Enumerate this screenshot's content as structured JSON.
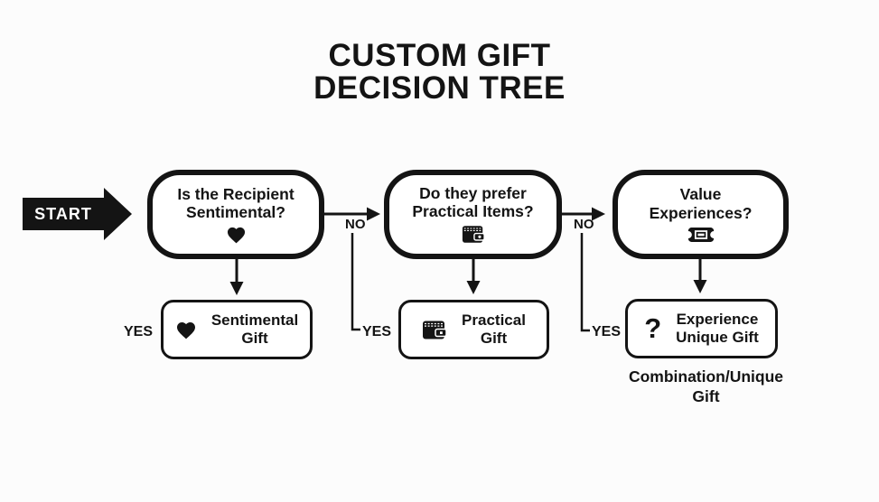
{
  "title": {
    "line1": "CUSTOM GIFT",
    "line2": "DECISION TREE"
  },
  "start": {
    "label": "START"
  },
  "questions": [
    {
      "lines": [
        "Is the Recipient",
        "Sentimental?"
      ],
      "icon": "heart"
    },
    {
      "lines": [
        "Do they prefer",
        "Practical Items?"
      ],
      "icon": "wallet"
    },
    {
      "lines": [
        "Value",
        "Experiences?"
      ],
      "icon": "ticket"
    }
  ],
  "results": [
    {
      "lines": [
        "Sentimental",
        "Gift"
      ],
      "icon": "heart"
    },
    {
      "lines": [
        "Practical",
        "Gift"
      ],
      "icon": "wallet"
    },
    {
      "lines": [
        "Experience",
        "Unique Gift"
      ],
      "icon": "question-mark",
      "glyph": "?"
    }
  ],
  "labels": {
    "no1": "NO",
    "no2": "NO",
    "yes1": "YES",
    "yes2": "YES",
    "yes3": "YES"
  },
  "footnote": {
    "lines": [
      "Combination/Unique",
      "Gift"
    ]
  },
  "colors": {
    "ink": "#141414",
    "background": "#fcfcfc",
    "box_fill": "#ffffff"
  }
}
